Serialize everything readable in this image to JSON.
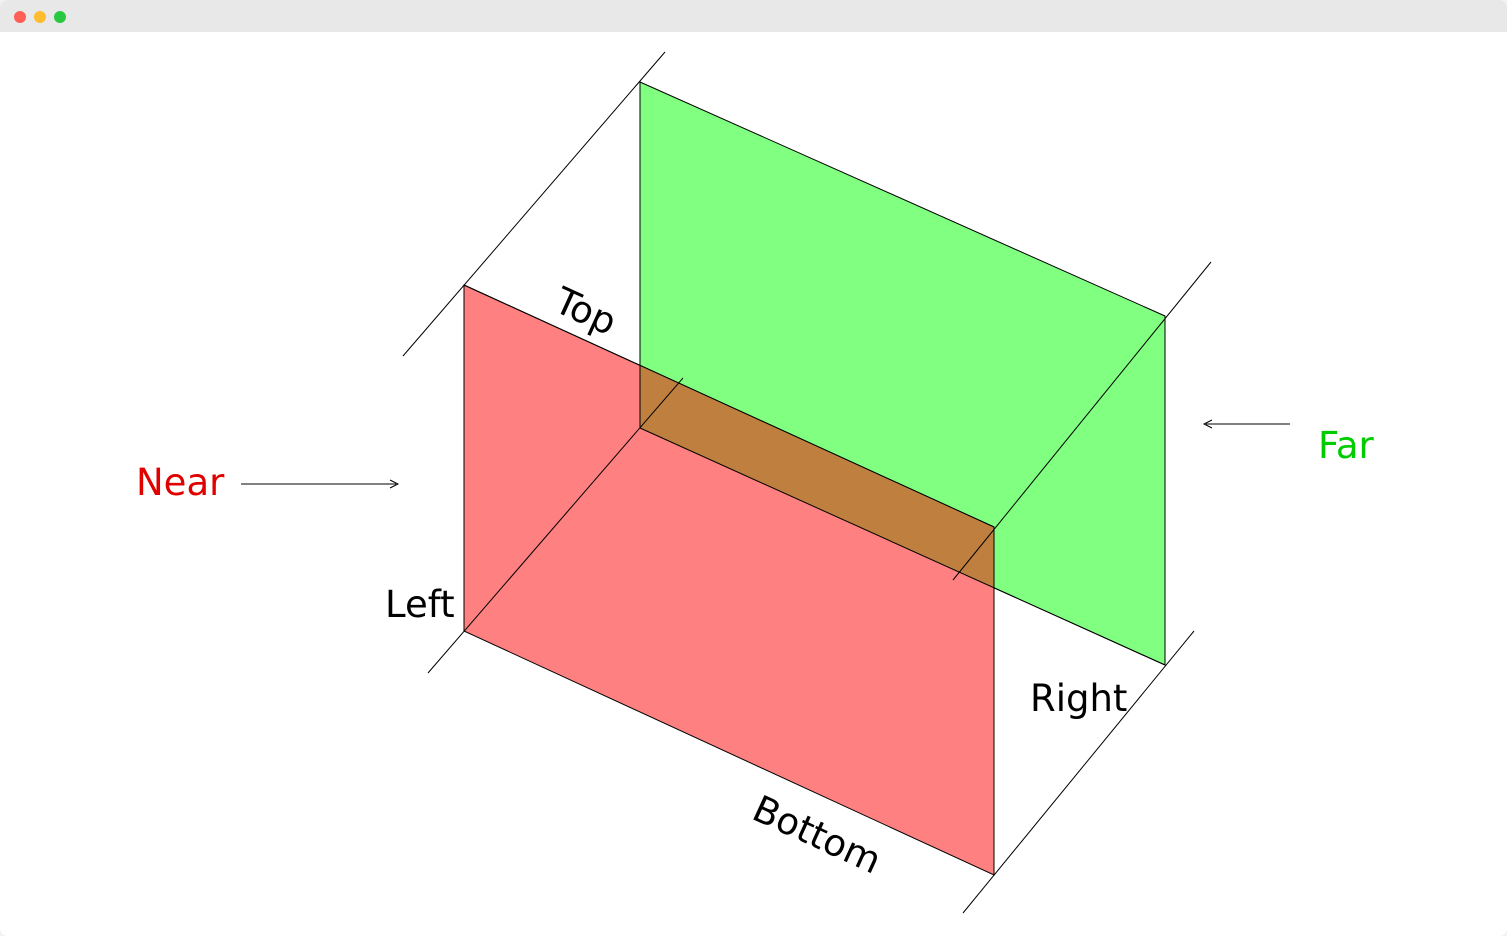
{
  "window": {
    "controls": [
      {
        "name": "close",
        "color": "#ff5f57"
      },
      {
        "name": "minimize",
        "color": "#febc2e"
      },
      {
        "name": "maximize",
        "color": "#28c840"
      }
    ]
  },
  "diagram": {
    "near_label": "Near",
    "far_label": "Far",
    "top_label": "Top",
    "left_label": "Left",
    "right_label": "Right",
    "bottom_label": "Bottom",
    "colors": {
      "near_plane": "#ff8080",
      "far_plane": "#80ff80",
      "overlap": "#bf803f",
      "near_text": "#e00000",
      "far_text": "#00cc00",
      "edge": "#000000"
    }
  }
}
